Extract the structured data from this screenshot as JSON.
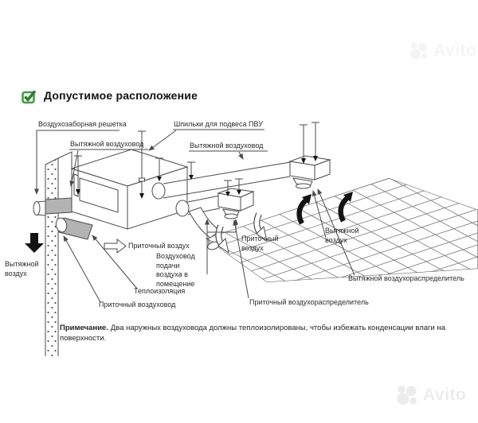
{
  "title": {
    "label": "Допустимое расположение"
  },
  "diagram": {
    "labels": {
      "air_intake_grille": "Воздухозаборная решетка",
      "exhaust_duct_left": "Вытяжной воздуховод",
      "pvu_studs": "Шпильки для подвеса ПВУ",
      "exhaust_duct_right": "Вытяжной воздуховод",
      "supply_air_side": "Приточный воздух",
      "room_supply_duct": "Воздуховод подачи воздуха в помещение",
      "insulation": "Теплоизоляция",
      "supply_duct": "Приточный воздуховод",
      "exhaust_air_side": "Вытяжной воздух",
      "supply_air_ceiling": "Приточный воздух",
      "exhaust_air_ceiling": "Вытяжной воздух",
      "exhaust_distributor": "Вытяжной воздухораспределитель",
      "supply_distributor": "Приточный воздухораспределитель"
    }
  },
  "note": {
    "heading": "Примечание.",
    "body": "Два наружных воздуховода должны теплоизолированы, чтобы избежать конденсации влаги на поверхности."
  },
  "watermark": {
    "label": "Avito"
  },
  "colors": {
    "accent_green": "#4a9c4a",
    "check_green": "#2e7d32",
    "line": "#4a4a4a",
    "fill_gray": "#b3b3b3",
    "arrow_black": "#141414",
    "watermark_gray": "#ececec"
  }
}
